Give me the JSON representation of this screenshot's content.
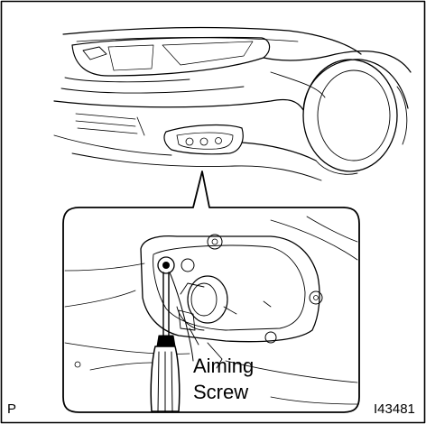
{
  "figure": {
    "callout_line1": "Aiming",
    "callout_line2": "Screw",
    "corner_mark": "P",
    "figure_id": "I43481"
  },
  "colors": {
    "ink": "#000000",
    "paper": "#ffffff"
  }
}
